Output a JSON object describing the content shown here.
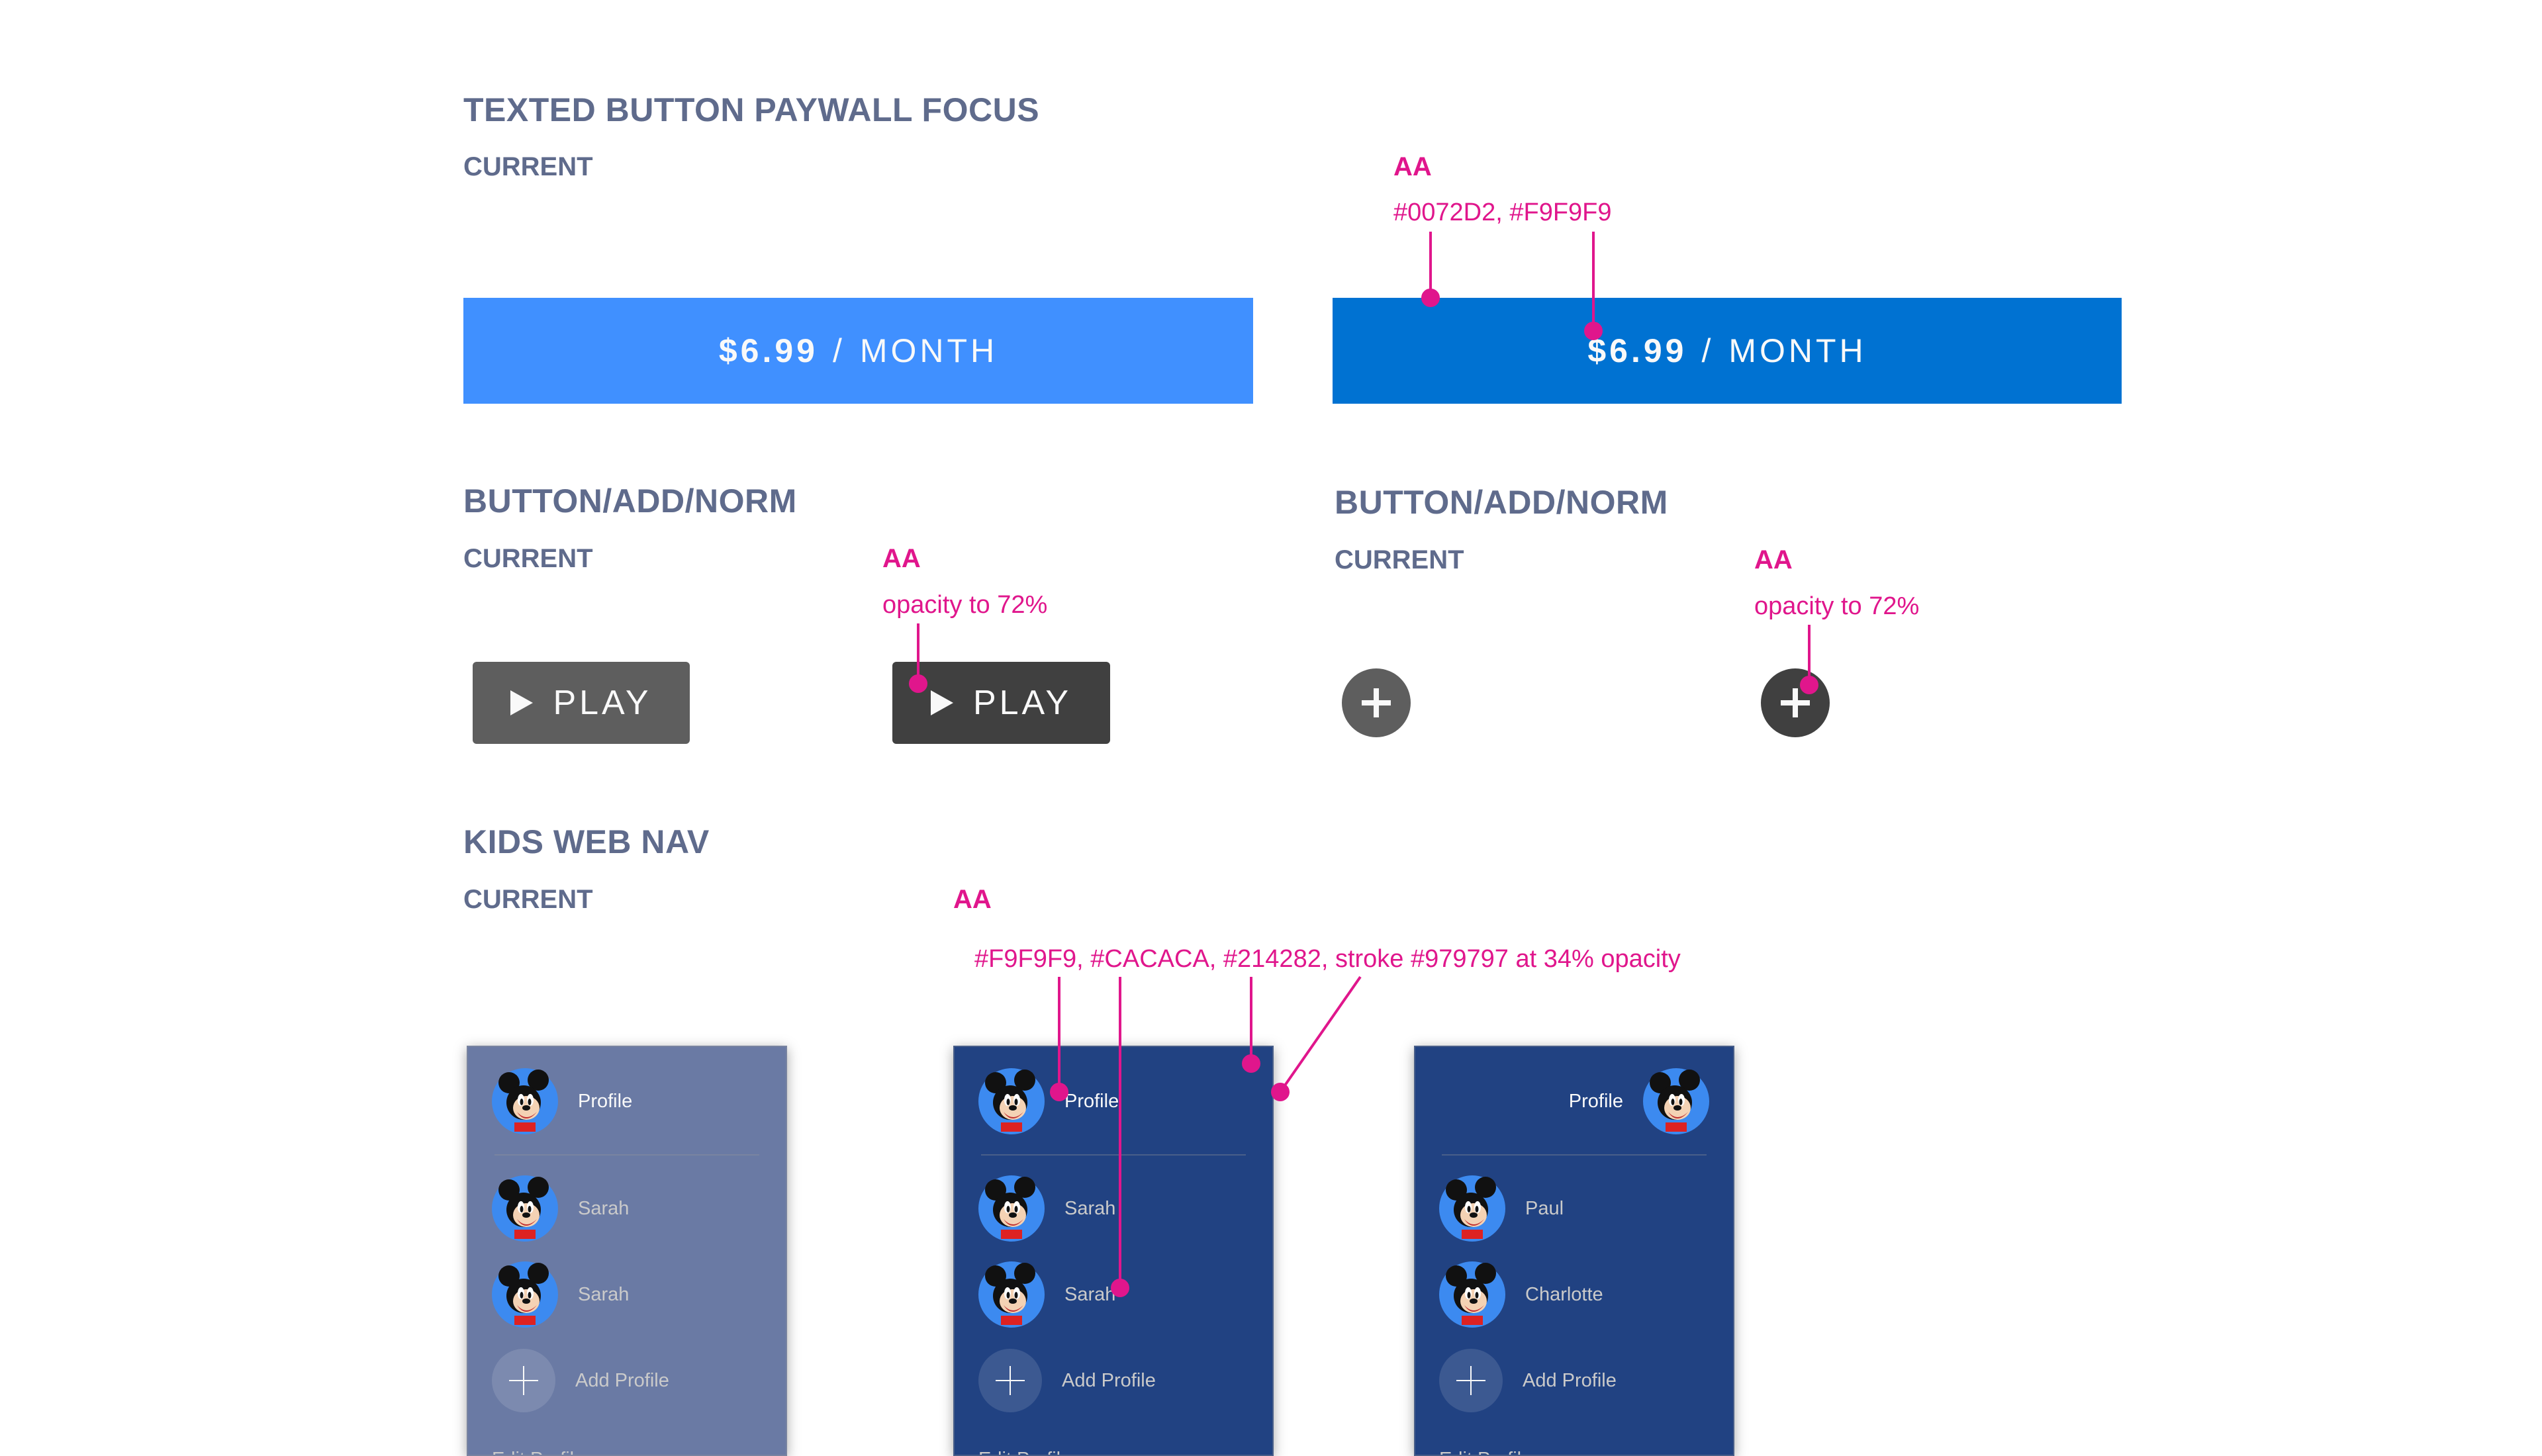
{
  "colors": {
    "heading": "#5F6B8C",
    "annotation": "#E0168C",
    "price_current_bg": "#4090FF",
    "price_aa_bg": "#0072D2",
    "button_text": "#F9F9F9",
    "play_current_bg": "#5E5E5E",
    "play_aa_bg": "#404040",
    "add_current_bg": "#5E5E5E",
    "add_aa_bg": "#404040",
    "panel_current_bg": "#6A7AA4",
    "panel_aa_bg": "#214282",
    "panel_text_primary": "#F9F9F9",
    "panel_text_secondary": "#CACACA"
  },
  "section1": {
    "title": "TEXTED BUTTON PAYWALL FOCUS",
    "current_label": "CURRENT",
    "aa_label": "AA",
    "aa_note": "#0072D2, #F9F9F9",
    "current_button": {
      "price": "$6.99",
      "separator": "/",
      "period": "MONTH"
    },
    "aa_button": {
      "price": "$6.99",
      "separator": "/",
      "period": "MONTH"
    }
  },
  "section2_left": {
    "title": "BUTTON/ADD/NORM",
    "current_label": "CURRENT",
    "aa_label": "AA",
    "aa_note": "opacity to 72%",
    "current_button_label": "PLAY",
    "aa_button_label": "PLAY",
    "icon": "play-icon"
  },
  "section2_right": {
    "title": "BUTTON/ADD/NORM",
    "current_label": "CURRENT",
    "aa_label": "AA",
    "aa_note": "opacity to 72%",
    "icon": "plus-icon"
  },
  "section3": {
    "title": "KIDS WEB NAV",
    "current_label": "CURRENT",
    "aa_label": "AA",
    "aa_note": "#F9F9F9, #CACACA, #214282, stroke #979797 at 34% opacity"
  },
  "panels": [
    {
      "profile_label": "Profile",
      "profiles": [
        "Sarah",
        "Sarah"
      ],
      "add_label": "Add Profile",
      "edit_label": "Edit Profiles"
    },
    {
      "profile_label": "Profile",
      "profiles": [
        "Sarah",
        "Sarah"
      ],
      "add_label": "Add Profile",
      "edit_label": "Edit Profiles"
    },
    {
      "profile_label": "Profile",
      "profiles": [
        "Paul",
        "Charlotte"
      ],
      "add_label": "Add Profile",
      "edit_label": "Edit Profiles"
    }
  ]
}
